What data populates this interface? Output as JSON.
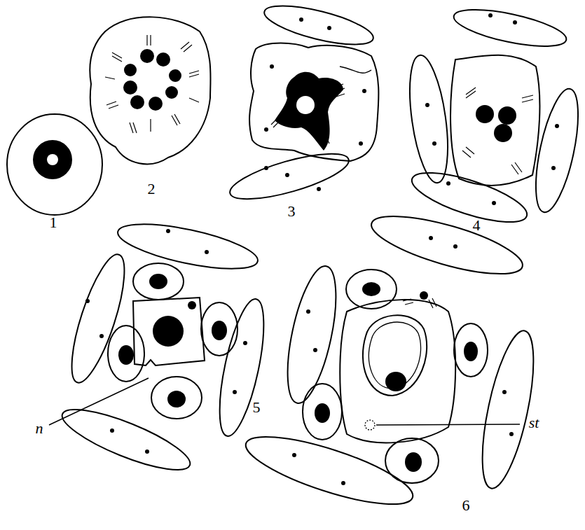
{
  "diagram": {
    "labels": [
      "1",
      "2",
      "3",
      "4",
      "5",
      "6",
      "n",
      "st"
    ]
  }
}
